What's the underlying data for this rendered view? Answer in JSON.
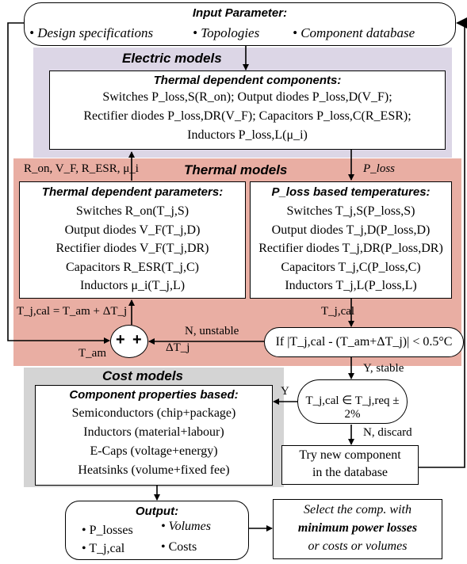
{
  "input": {
    "title": "Input Parameter:",
    "items": [
      "• Design specifications",
      "• Topologies",
      "• Component database"
    ]
  },
  "electric": {
    "title": "Electric models",
    "box_title": "Thermal dependent components:",
    "lines": [
      "Switches P_loss,S(R_on); Output diodes P_loss,D(V_F);",
      "Rectifier diodes P_loss,DR(V_F); Capacitors P_loss,C(R_ESR);",
      "Inductors P_loss,L(μ_i)"
    ]
  },
  "thermal": {
    "title": "Thermal models",
    "feedback_label": "R_on, V_F, R_ESR, μ_i",
    "ploss_label": "P_loss",
    "left_title": "Thermal dependent parameters:",
    "left_lines": [
      "Switches R_on(T_j,S)",
      "Output diodes V_F(T_j,D)",
      "Rectifier diodes V_F(T_j,DR)",
      "Capacitors R_ESR(T_j,C)",
      "Inductors μ_i(T_j,L)"
    ],
    "right_title": "P_loss based temperatures:",
    "right_lines": [
      "Switches T_j,S(P_loss,S)",
      "Output diodes T_j,D(P_loss,D)",
      "Rectifier diodes T_j,DR(P_loss,DR)",
      "Capacitors T_j,C(P_loss,C)",
      "Inductors T_j,L(P_loss,L)"
    ],
    "tjcal_eq": "T_j,cal = T_am + ΔT_j",
    "tjcal_label": "T_j,cal",
    "tam_label": "T_am",
    "dtj_label": "ΔT_j",
    "unstable_label": "N, unstable",
    "condition": "If |T_j,cal - (T_am+ΔT_j)| < 0.5°C",
    "sum_signs": [
      "+",
      "+"
    ]
  },
  "cost": {
    "title": "Cost models",
    "box_title": "Component properties based:",
    "lines": [
      "Semiconductors (chip+package)",
      "Inductors (material+labour)",
      "E-Caps (voltage+energy)",
      "Heatsinks (volume+fixed fee)"
    ]
  },
  "decision": {
    "stable_label": "Y, stable",
    "check": "T_j,cal ∈ T_j,req ± 2%",
    "yes_label": "Y",
    "discard_label": "N, discard",
    "try_new": [
      "Try new component",
      "in the database"
    ]
  },
  "output": {
    "title": "Output:",
    "items": [
      "• P_losses",
      "• Volumes",
      "• T_j,cal",
      "• Costs"
    ],
    "select_lines": [
      "Select the comp. with",
      "minimum power losses",
      "or costs or volumes"
    ]
  },
  "colors": {
    "electric_bg": "#dcd6e6",
    "thermal_bg": "#e9aea3",
    "cost_bg": "#d4d4d4"
  }
}
